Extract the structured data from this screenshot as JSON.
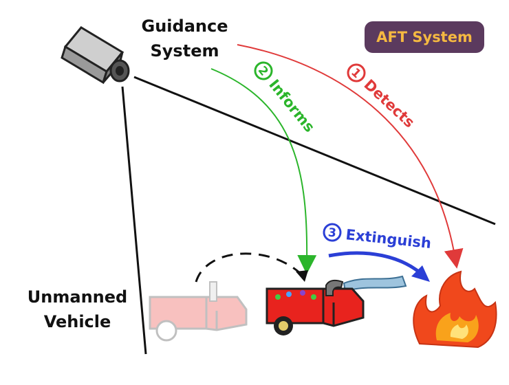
{
  "badge": {
    "text": "AFT System"
  },
  "guidance": {
    "line1": "Guidance",
    "line2": "System"
  },
  "vehicle": {
    "line1": "Unmanned",
    "line2": "Vehicle"
  },
  "steps": [
    {
      "num": "1",
      "label": "Detects",
      "color": "#e03a3a"
    },
    {
      "num": "2",
      "label": "Informs",
      "color": "#2bb52b"
    },
    {
      "num": "3",
      "label": "Extinguish",
      "color": "#2b3fd6"
    }
  ],
  "colors": {
    "truck_body": "#e8231e",
    "truck_ghost": "#f7c9c9",
    "fire_outer": "#f0481c",
    "fire_inner": "#f9a21b",
    "water": "#9ec4de",
    "camera": "#a7a7a7"
  }
}
